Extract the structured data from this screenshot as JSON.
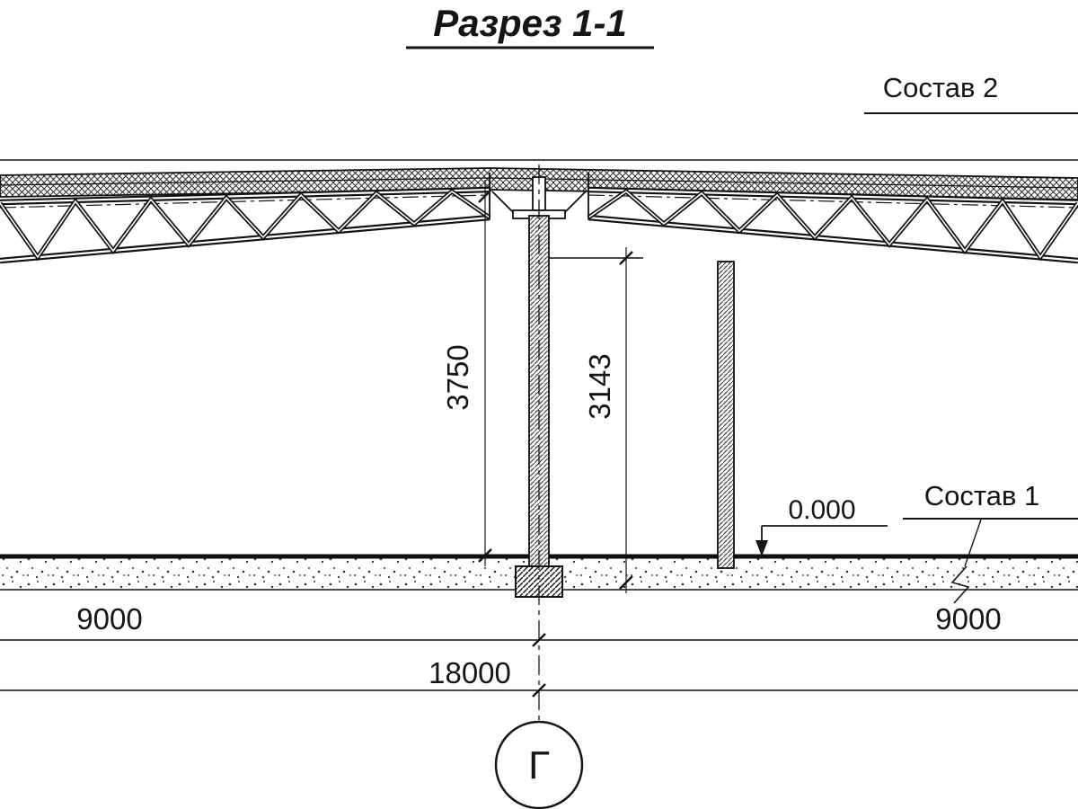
{
  "drawing": {
    "title": "Разрез 1-1",
    "callouts": {
      "roof_composition": "Состав 2",
      "floor_composition": "Состав 1"
    },
    "level_mark": "0.000",
    "dimensions": {
      "height_center": "3750",
      "height_clear": "3143",
      "span_left": "9000",
      "span_right": "9000",
      "total_span": "18000"
    },
    "axis_letter": "Г",
    "colors": {
      "ink": "#1c1c1c",
      "background": "#ffffff"
    }
  }
}
